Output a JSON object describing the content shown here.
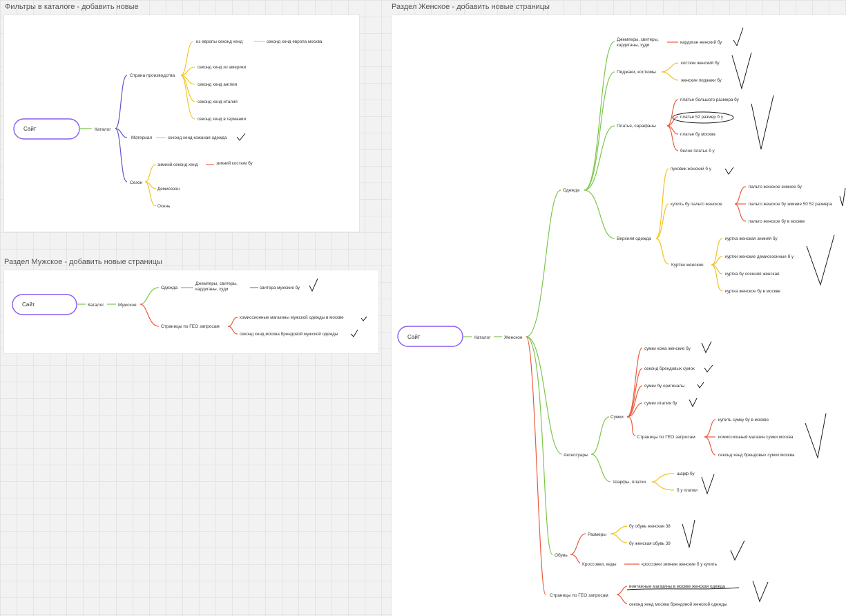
{
  "boards": {
    "filters": {
      "title": "Фильтры в каталоге - добавить новые"
    },
    "men": {
      "title": "Раздел Мужское   - добавить новые страницы"
    },
    "women": {
      "title": "Раздел Женское   - добавить новые страницы"
    }
  },
  "filters": {
    "root": "Сайт",
    "catalog": "Каталог",
    "country": "Страна производства",
    "from_europe": "из европы секонд хенд",
    "europe_moscow": "секонд хенд европа москва",
    "usa": "секонд хенд из америки",
    "england": "секонд хенд англия",
    "italy": "секонд хенд италия",
    "germany": "секонд хенд в германии",
    "material": "Материал",
    "leather": "секонд хенд кожаная одежда",
    "season": "Сезон",
    "winter_sh": "зимний секонд хенд",
    "winter_suit": "зимний костюм бу",
    "demi": "Демисезон",
    "autumn": "Осень"
  },
  "men": {
    "root": "Сайт",
    "catalog": "Каталог",
    "mens": "Мужское",
    "clothes": "Одежда",
    "jumpers": "Джемперы, свитеры, кардиганы, худи",
    "sweaters": "свитера мужские бу",
    "geo": "Страницы по ГЕО запросам",
    "commission": "комиссионные магазины мужской одежды в москве",
    "brand": "секонд хенд москва брендовой мужской одежды"
  },
  "women": {
    "root": "Сайт",
    "catalog": "Каталог",
    "womens": "Женское",
    "clothes": "Одежда",
    "jumpers": "Джемперы, свитеры, кардиганы, худи",
    "cardigan": "кардиган женский бу",
    "jackets_suits": "Пиджаки, костюмы",
    "suit": "костюм женский бу",
    "blazers": "женские пиджаки бу",
    "dresses": "Платья, сарафаны",
    "dress_big": "платье большого размера бу",
    "dress_52": "платье 52 размер б у",
    "dress_moscow": "платье бу москва",
    "dress_white": "белое платье б у",
    "outerwear": "Верхняя одежда",
    "down": "пуховик женский б у",
    "buy_coat": "купить бу пальто женское",
    "coat_winter": "пальто женское зимнее бу",
    "coat_50": "пальто женское бу зимние 50 52 размера",
    "coat_moscow": "пальто женское бу в москве",
    "w_jackets": "Куртки женские",
    "jacket_winter": "куртка женская зимняя бу",
    "jacket_demi": "куртки женские демисезонные б у",
    "jacket_autumn": "куртка бу осенняя женская",
    "jacket_moscow": "куртка женское бу в москве",
    "accessories": "Аксессуары",
    "bags": "Сумки",
    "bag_leather": "сумки кожа женские бу",
    "bag_brand_sh": "секонд брендовых сумок",
    "bag_orig": "сумки бу оригиналы",
    "bag_italy": "сумки италия бу",
    "bags_geo": "Страницы по ГЕО запросам",
    "buy_bag_msk": "купить сумку бу в москве",
    "commission_bags": "комиссионный магазин сумки москва",
    "sh_brand_bags": "секонд хенд брендовых сумок москва",
    "scarves": "Шарфы, платки",
    "scarf": "шарф бу",
    "shawls": "б у платки",
    "shoes": "Обувь",
    "sizes": "Размеры",
    "shoes38": "бу обувь женская 38",
    "shoes39": "бу женская обувь 39",
    "sneakers": "Кроссовки, кеды",
    "sneakers_winter": "кроссовки зимние женские б у купить",
    "geo": "Страницы по ГЕО запросам",
    "vintage": "винтажные магазины в москве женская одежда",
    "sh_brand_w": "секонд хенд москва брендовой женской одежды"
  },
  "colors": {
    "root_outline": "#8a5cf0",
    "branch_blue": "#5b57c8",
    "branch_yellow": "#f2c21b",
    "branch_green": "#7cc64a",
    "branch_red": "#ea5a3c",
    "check": "#1a1a1a"
  }
}
